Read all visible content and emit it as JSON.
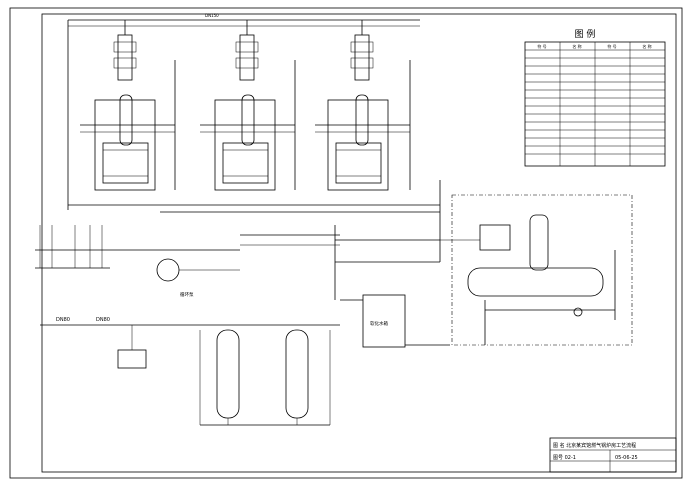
{
  "legend": {
    "title": "图 例",
    "headers": [
      "符 号",
      "名 称",
      "符 号",
      "名 称"
    ]
  },
  "pipe_labels": {
    "top_main": "DN150",
    "inlet_left": "DN80",
    "inlet_right": "DN80"
  },
  "equipment": {
    "pump_label": "循环泵",
    "tank_label": "软化水箱"
  },
  "title_block": {
    "row1": "图 名  北京某宾馆燃气锅炉房工艺流程",
    "row2": "图号  02-1",
    "date": "05-06-25"
  }
}
